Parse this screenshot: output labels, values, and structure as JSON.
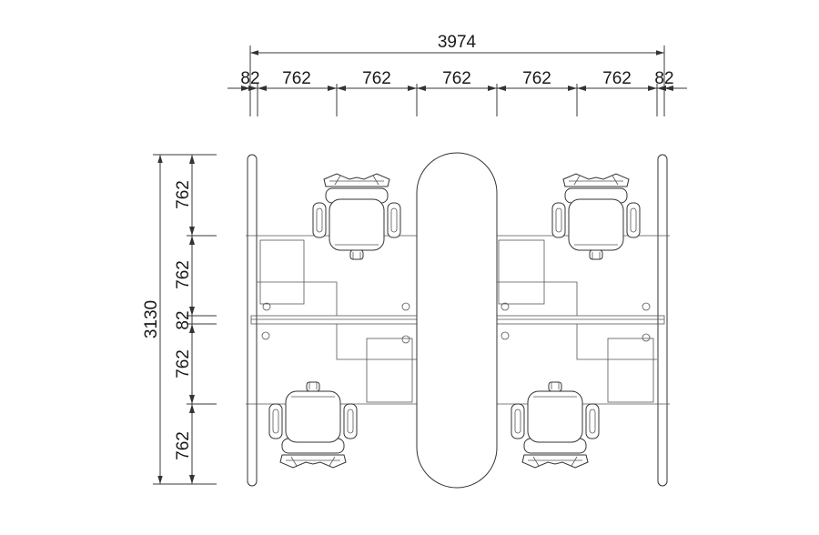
{
  "diagram": {
    "overall_width": "3974",
    "overall_depth": "3130",
    "width_segments": [
      "82",
      "762",
      "762",
      "762",
      "762",
      "762",
      "82"
    ],
    "depth_segments": [
      "762",
      "762",
      "82",
      "762",
      "762"
    ]
  },
  "furniture": {
    "chairs": [
      "chair-top-left",
      "chair-top-right",
      "chair-bottom-left",
      "chair-bottom-right"
    ],
    "table": "oval-meeting-table",
    "desk_count": 4
  }
}
